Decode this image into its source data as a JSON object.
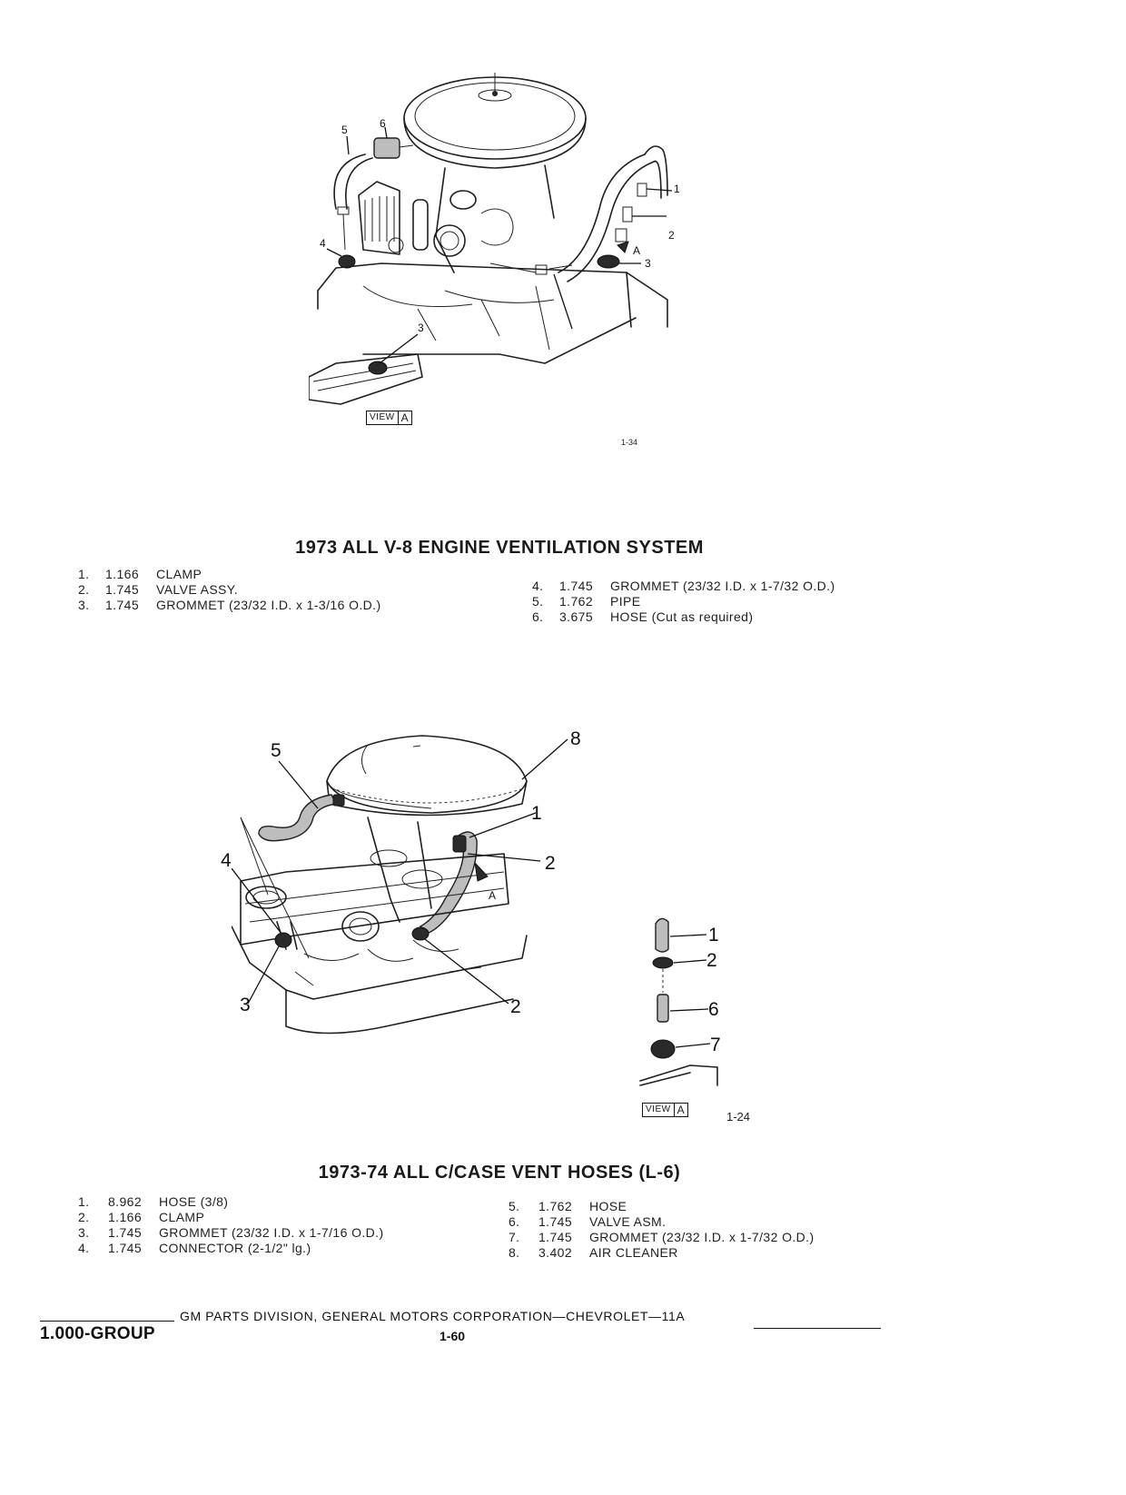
{
  "figure1": {
    "callouts": [
      "1",
      "2",
      "3",
      "3",
      "4",
      "5",
      "6"
    ],
    "arrow_label": "A",
    "view_tag": {
      "word": "VIEW",
      "letter": "A"
    },
    "code": "1-34"
  },
  "section1": {
    "title": "1973 ALL V-8 ENGINE VENTILATION SYSTEM",
    "left_items": [
      {
        "num": "1.",
        "code": "1.166",
        "desc": "CLAMP"
      },
      {
        "num": "2.",
        "code": "1.745",
        "desc": "VALVE ASSY."
      },
      {
        "num": "3.",
        "code": "1.745",
        "desc": "GROMMET (23/32 I.D. x 1-3/16 O.D.)"
      }
    ],
    "right_items": [
      {
        "num": "4.",
        "code": "1.745",
        "desc": "GROMMET (23/32 I.D. x 1-7/32 O.D.)"
      },
      {
        "num": "5.",
        "code": "1.762",
        "desc": "PIPE"
      },
      {
        "num": "6.",
        "code": "3.675",
        "desc": "HOSE (Cut as required)"
      }
    ]
  },
  "figure2": {
    "callouts": [
      "1",
      "2",
      "2",
      "3",
      "4",
      "5",
      "8"
    ],
    "arrow_label": "A",
    "detail_callouts": [
      "1",
      "2",
      "6",
      "7"
    ],
    "view_tag": {
      "word": "VIEW",
      "letter": "A"
    },
    "code": "1-24"
  },
  "section2": {
    "title": "1973-74 ALL C/CASE VENT HOSES (L-6)",
    "left_items": [
      {
        "num": "1.",
        "code": "8.962",
        "desc": "HOSE (3/8)"
      },
      {
        "num": "2.",
        "code": "1.166",
        "desc": "CLAMP"
      },
      {
        "num": "3.",
        "code": "1.745",
        "desc": "GROMMET (23/32 I.D. x 1-7/16 O.D.)"
      },
      {
        "num": "4.",
        "code": "1.745",
        "desc": "CONNECTOR (2-1/2\" lg.)"
      }
    ],
    "right_items": [
      {
        "num": "5.",
        "code": "1.762",
        "desc": "HOSE"
      },
      {
        "num": "6.",
        "code": "1.745",
        "desc": "VALVE ASM."
      },
      {
        "num": "7.",
        "code": "1.745",
        "desc": "GROMMET (23/32 I.D. x 1-7/32 O.D.)"
      },
      {
        "num": "8.",
        "code": "3.402",
        "desc": "AIR CLEANER"
      }
    ]
  },
  "footer": {
    "group": "1.000-GROUP",
    "corp": "GM PARTS DIVISION, GENERAL MOTORS CORPORATION—CHEVROLET—11A",
    "page": "1-60"
  }
}
